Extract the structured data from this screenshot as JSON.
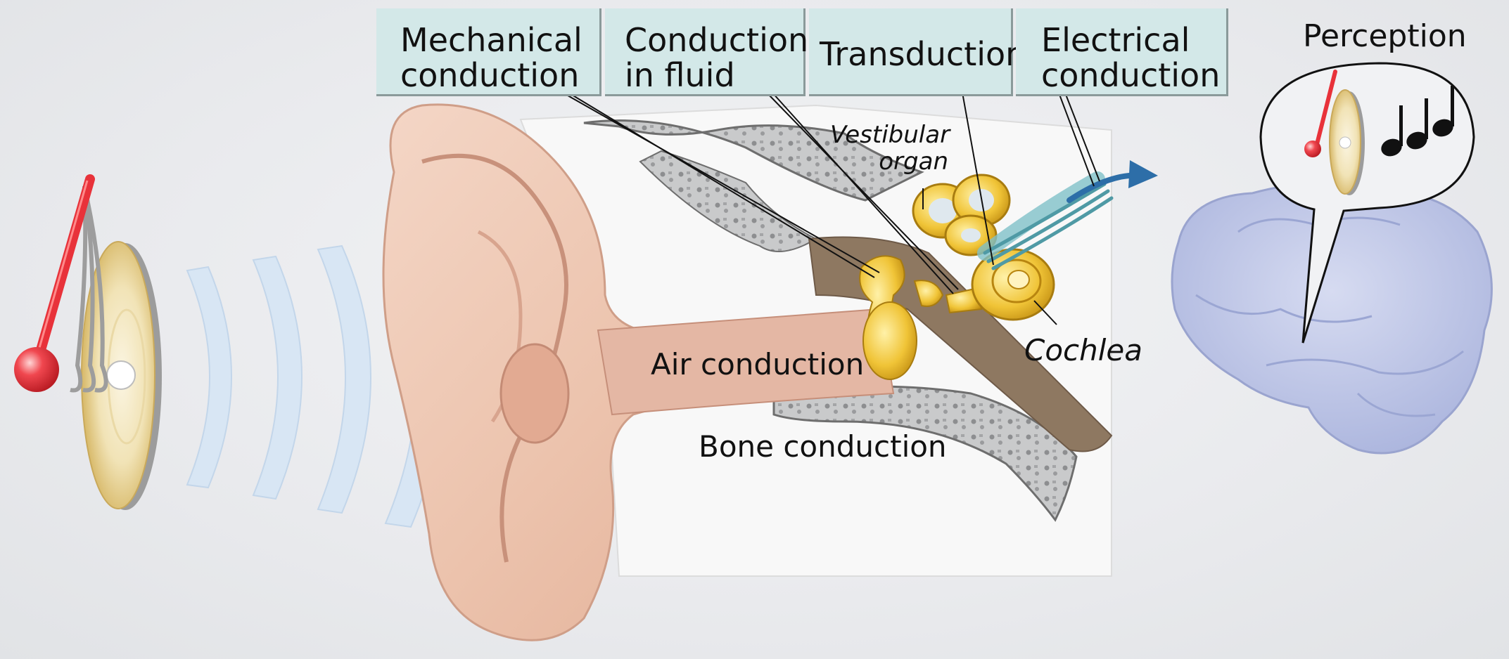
{
  "stages": [
    {
      "label": "Mechanical\nconduction"
    },
    {
      "label": "Conduction\nin fluid"
    },
    {
      "label": "Transduction"
    },
    {
      "label": "Electrical\nconduction"
    }
  ],
  "perception_label": "Perception",
  "anatomy_labels": {
    "vestibular_organ": "Vestibular\norgan",
    "cochlea": "Cochlea",
    "air_conduction": "Air conduction",
    "bone_conduction": "Bone conduction"
  },
  "colors": {
    "box_fill": "#d3e8e8",
    "hammer": "#e8323a",
    "gong": "#e9d48f",
    "sound_wave": "#d8e6f4",
    "ossicles": "#e8b423",
    "brain": "#c4cbe8",
    "nerve": "#2d6ea8"
  }
}
